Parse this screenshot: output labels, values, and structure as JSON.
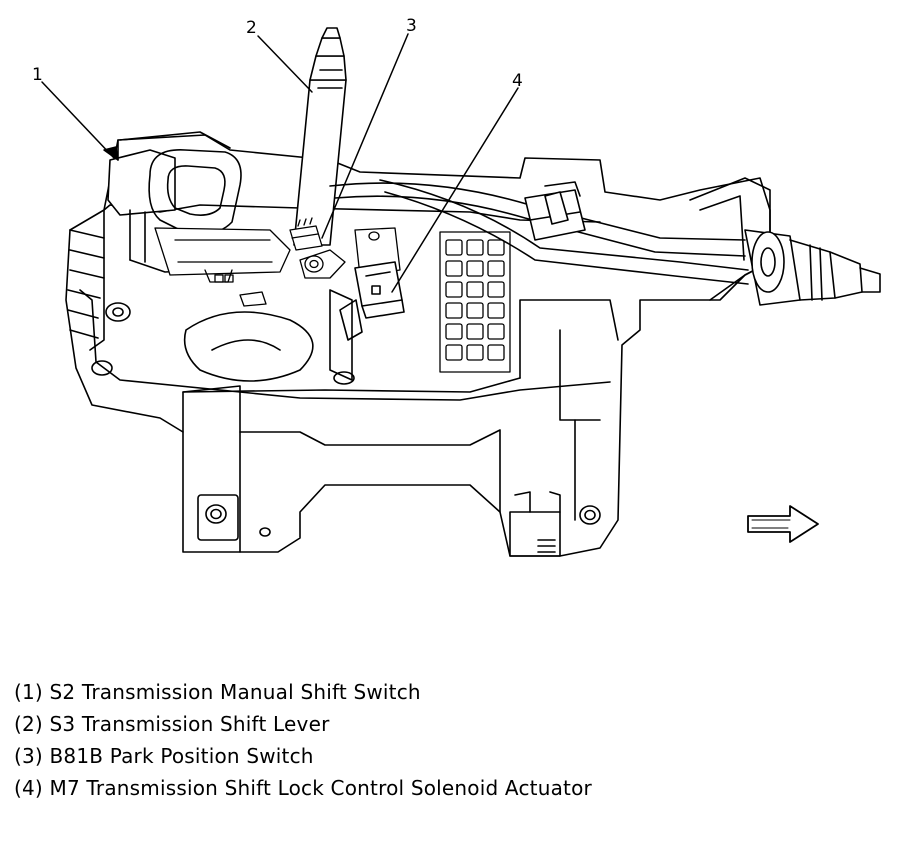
{
  "callouts": [
    {
      "number": "1"
    },
    {
      "number": "2"
    },
    {
      "number": "3"
    },
    {
      "number": "4"
    }
  ],
  "legend": [
    {
      "text": "(1) S2 Transmission Manual Shift Switch"
    },
    {
      "text": "(2) S3 Transmission Shift Lever"
    },
    {
      "text": "(3) B81B Park Position Switch"
    },
    {
      "text": "(4) M7 Transmission Shift Lock Control Solenoid Actuator"
    }
  ],
  "direction_arrow": {
    "icon": "right-arrow-icon"
  }
}
